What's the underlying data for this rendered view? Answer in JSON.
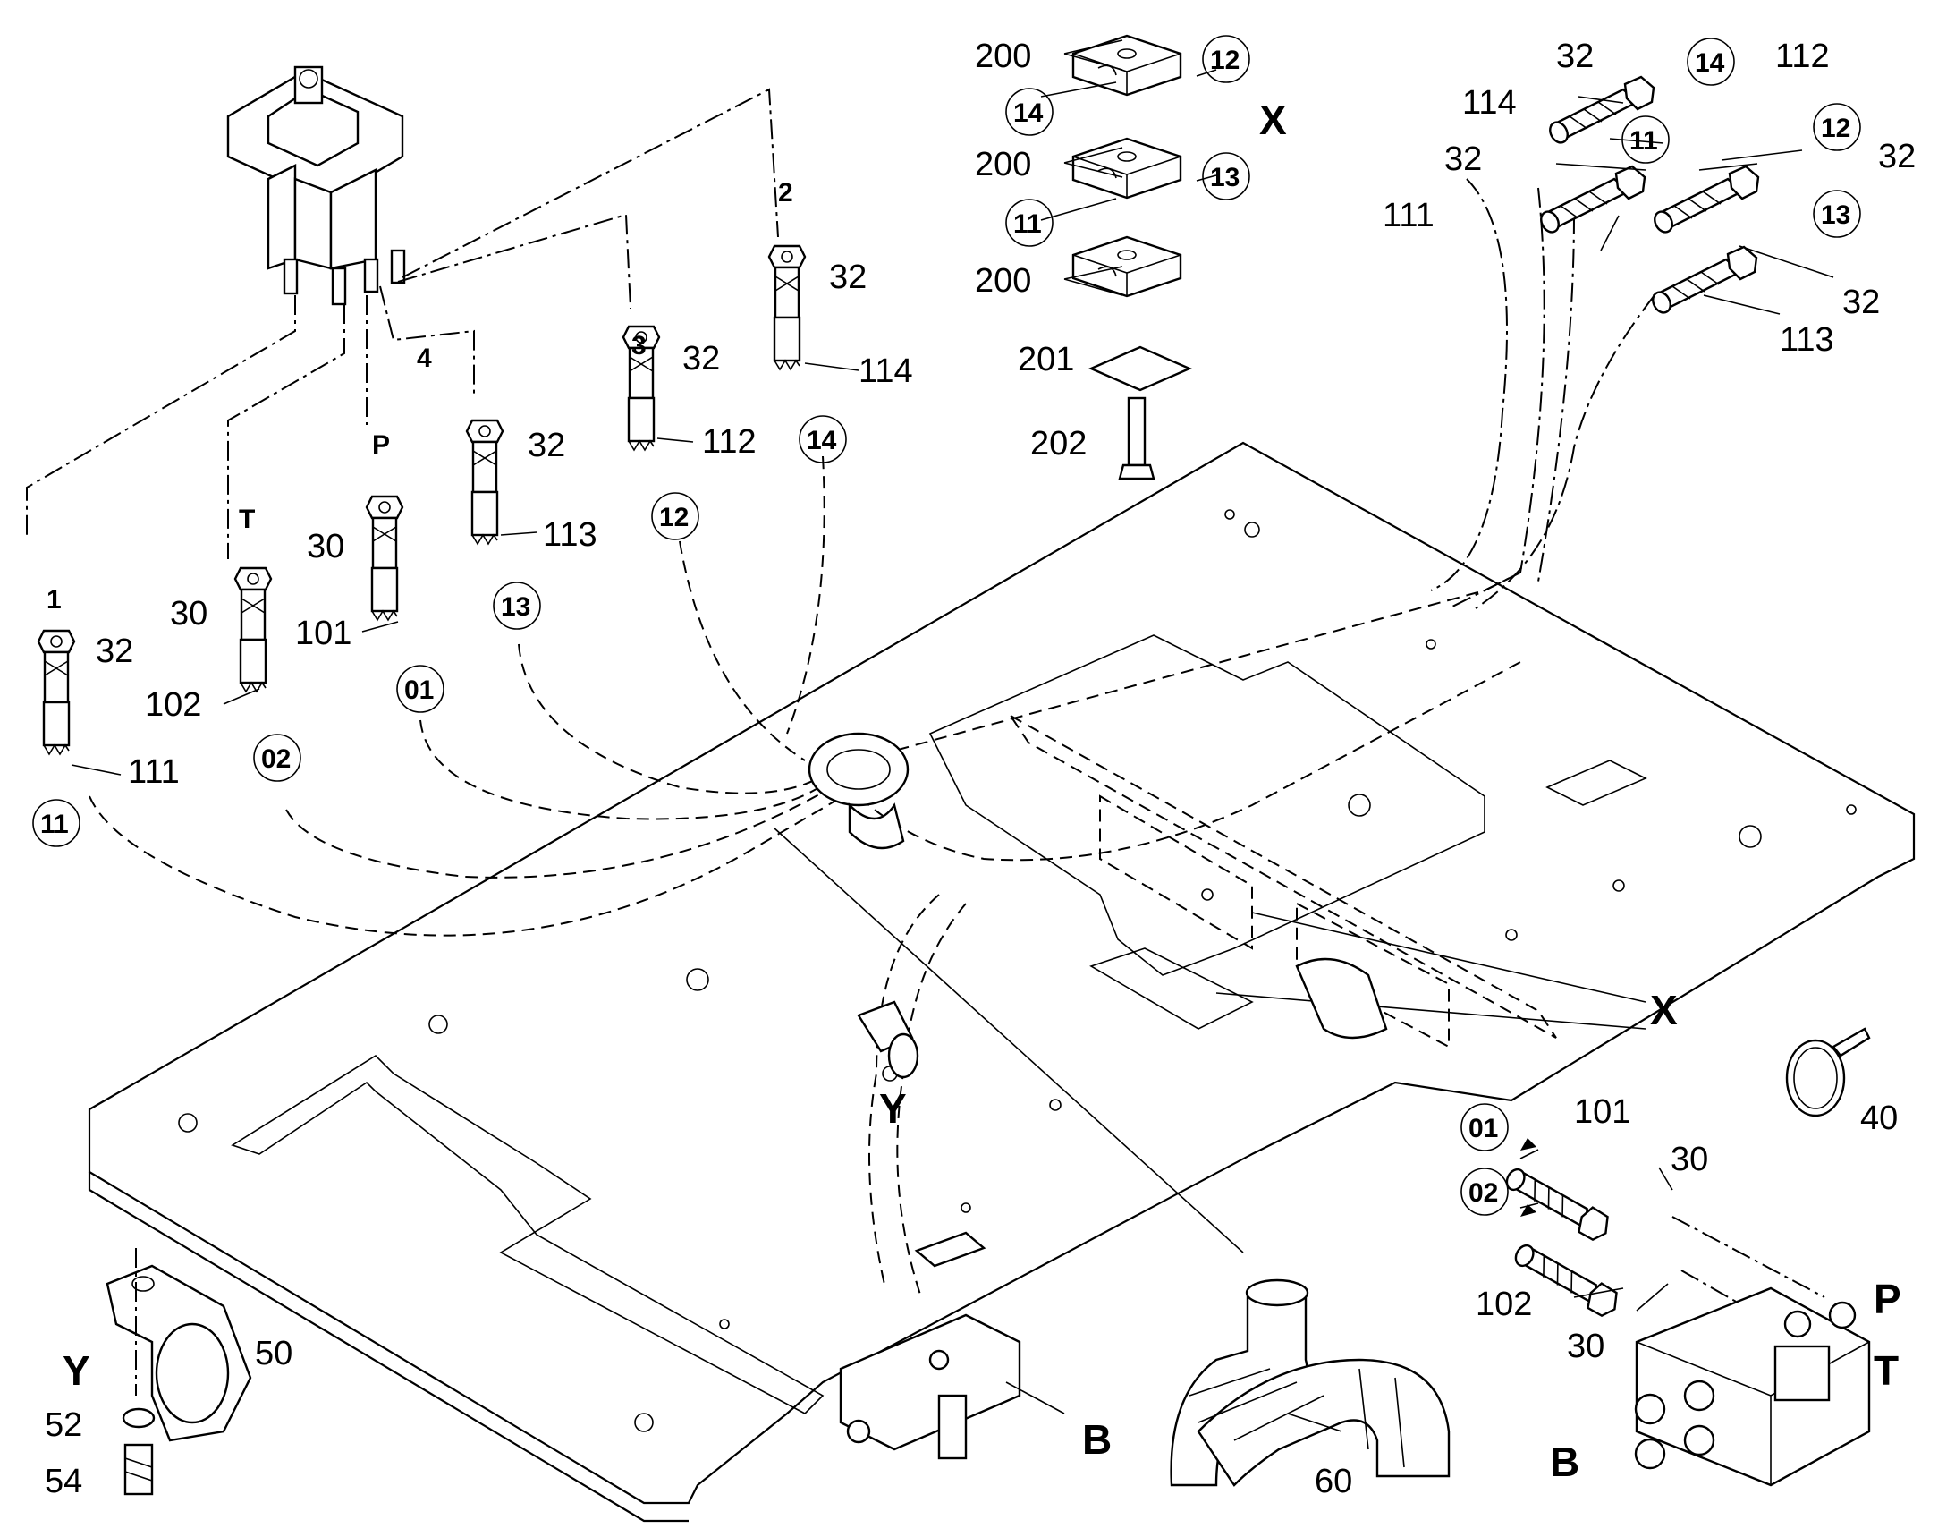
{
  "labels": {
    "n1": "1",
    "n2": "2",
    "n3": "3",
    "n4": "4",
    "nP": "P",
    "nT": "T",
    "p32": "32",
    "p30": "30",
    "p101": "101",
    "p102": "102",
    "p111": "111",
    "p112": "112",
    "p113": "113",
    "p114": "114",
    "c01": "01",
    "c02": "02",
    "c11": "11",
    "c12": "12",
    "c13": "13",
    "c14": "14",
    "p200": "200",
    "p201": "201",
    "p202": "202",
    "X": "X",
    "Y": "Y",
    "B": "B",
    "p40": "40",
    "p50": "50",
    "p52": "52",
    "p54": "54",
    "p60": "60",
    "P": "P",
    "T": "T"
  }
}
